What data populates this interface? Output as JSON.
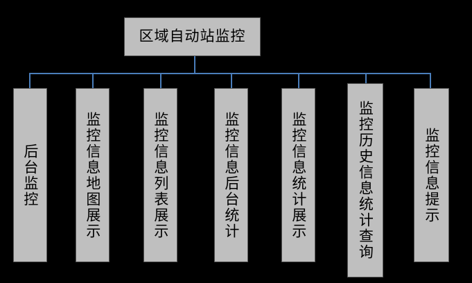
{
  "diagram": {
    "title": "区域自动站监控",
    "type": "org-tree",
    "colors": {
      "node_fill": "#bfbfbf",
      "node_border": "#5a5a5a",
      "connector": "#4a7ebb",
      "background": "#000000",
      "text": "#000000"
    },
    "root": {
      "label": "区域自动站监控"
    },
    "children": [
      {
        "label": "后台监控"
      },
      {
        "label": "监控信息地图展示"
      },
      {
        "label": "监控信息列表展示"
      },
      {
        "label": "监控信息后台统计"
      },
      {
        "label": "监控信息统计展示"
      },
      {
        "label": "监控历史信息统计查询"
      },
      {
        "label": "监控信息提示"
      }
    ]
  }
}
